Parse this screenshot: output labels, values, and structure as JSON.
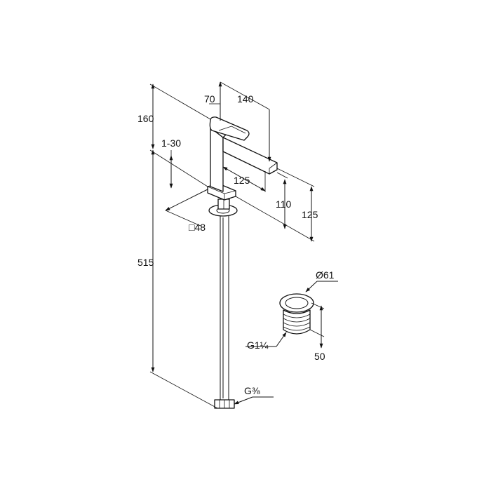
{
  "colors": {
    "line": "#111111",
    "background": "#ffffff"
  },
  "dimensions": {
    "d70": "70",
    "d140": "140",
    "d160": "160",
    "d1_30": "1-30",
    "d125_spout": "125",
    "d110": "110",
    "d125_height": "125",
    "d48": "□48",
    "d515": "515",
    "dG38": "G⅜",
    "d61": "Ø61",
    "dG114": "G1¼",
    "d50": "50"
  }
}
